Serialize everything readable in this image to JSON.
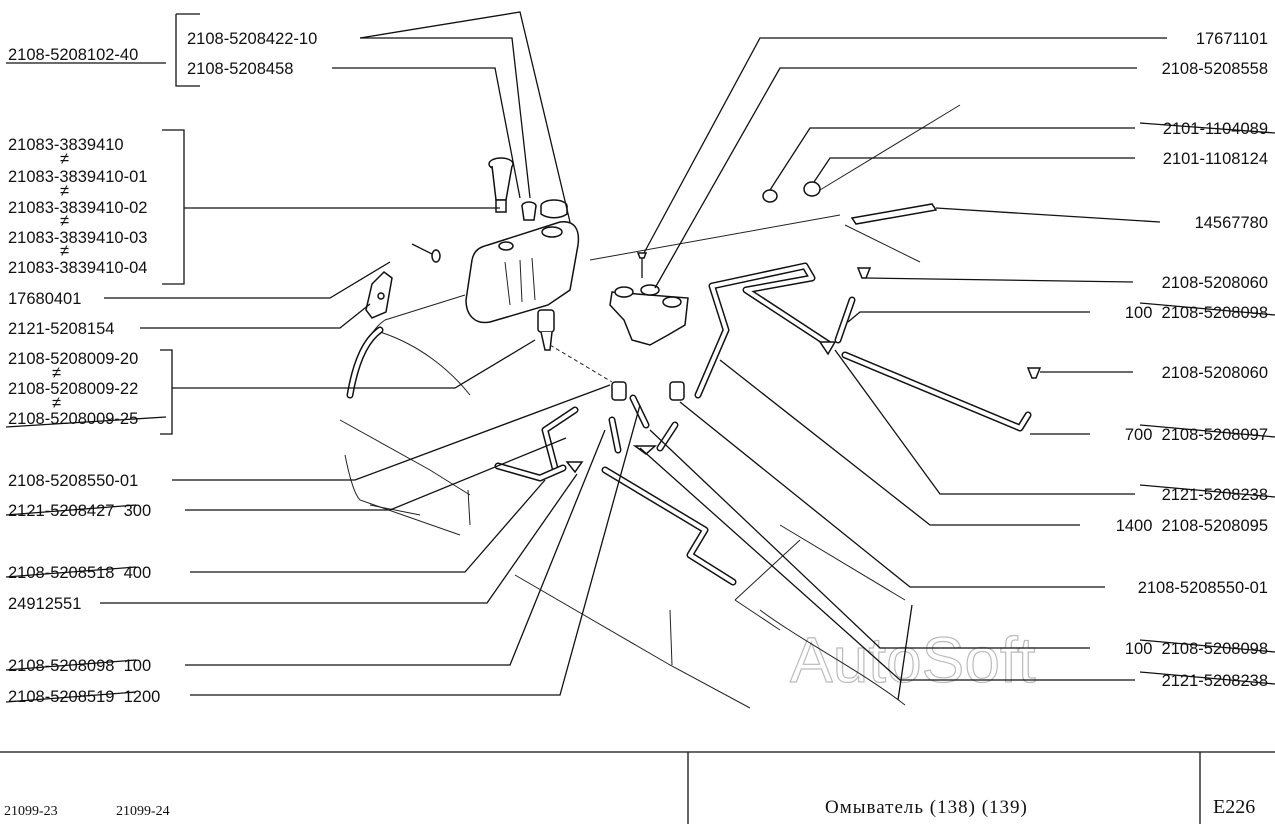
{
  "watermark": "AutoSoft",
  "labels_left": {
    "tank_assembly": "2108-5208102-40",
    "tank_parts": [
      "2108-5208422-10",
      "2108-5208458"
    ],
    "motor_variants": [
      "21083-3839410",
      "21083-3839410-01",
      "21083-3839410-02",
      "21083-3839410-03",
      "21083-3839410-04"
    ],
    "bolt": "17680401",
    "bracket": "2121-5208154",
    "nozzle_variants": [
      "2108-5208009-20",
      "2108-5208009-22",
      "2108-5208009-25"
    ],
    "nozzle_assembly": "2108-5208550-01",
    "hose_300": "2121-5208427  300",
    "hose_400": "2108-5208518  400",
    "clip": "24912551",
    "hose_100": "2108-5208098  100",
    "hose_1200": "2108-5208519  1200"
  },
  "labels_right": {
    "screw": "17671101",
    "reservoir_rear": "2108-5208558",
    "grommet_1": "2101-1104089",
    "grommet_2": "2101-1108124",
    "strap": "14567780",
    "nozzle_top": "2108-5208060",
    "hose_100_top": "100  2108-5208098",
    "nozzle_right": "2108-5208060",
    "hose_700": "700  2108-5208097",
    "tee_top": "2121-5208238",
    "hose_1400": "1400  2108-5208095",
    "nozzle_assembly_right": "2108-5208550-01",
    "hose_100_bottom": "100  2108-5208098",
    "tee_bottom": "2121-5208238"
  },
  "variant_marker": "≠",
  "footer": {
    "model_1": "21099-23",
    "model_2": "21099-24",
    "title": "Омыватель (138) (139)",
    "page_code": "E226"
  }
}
